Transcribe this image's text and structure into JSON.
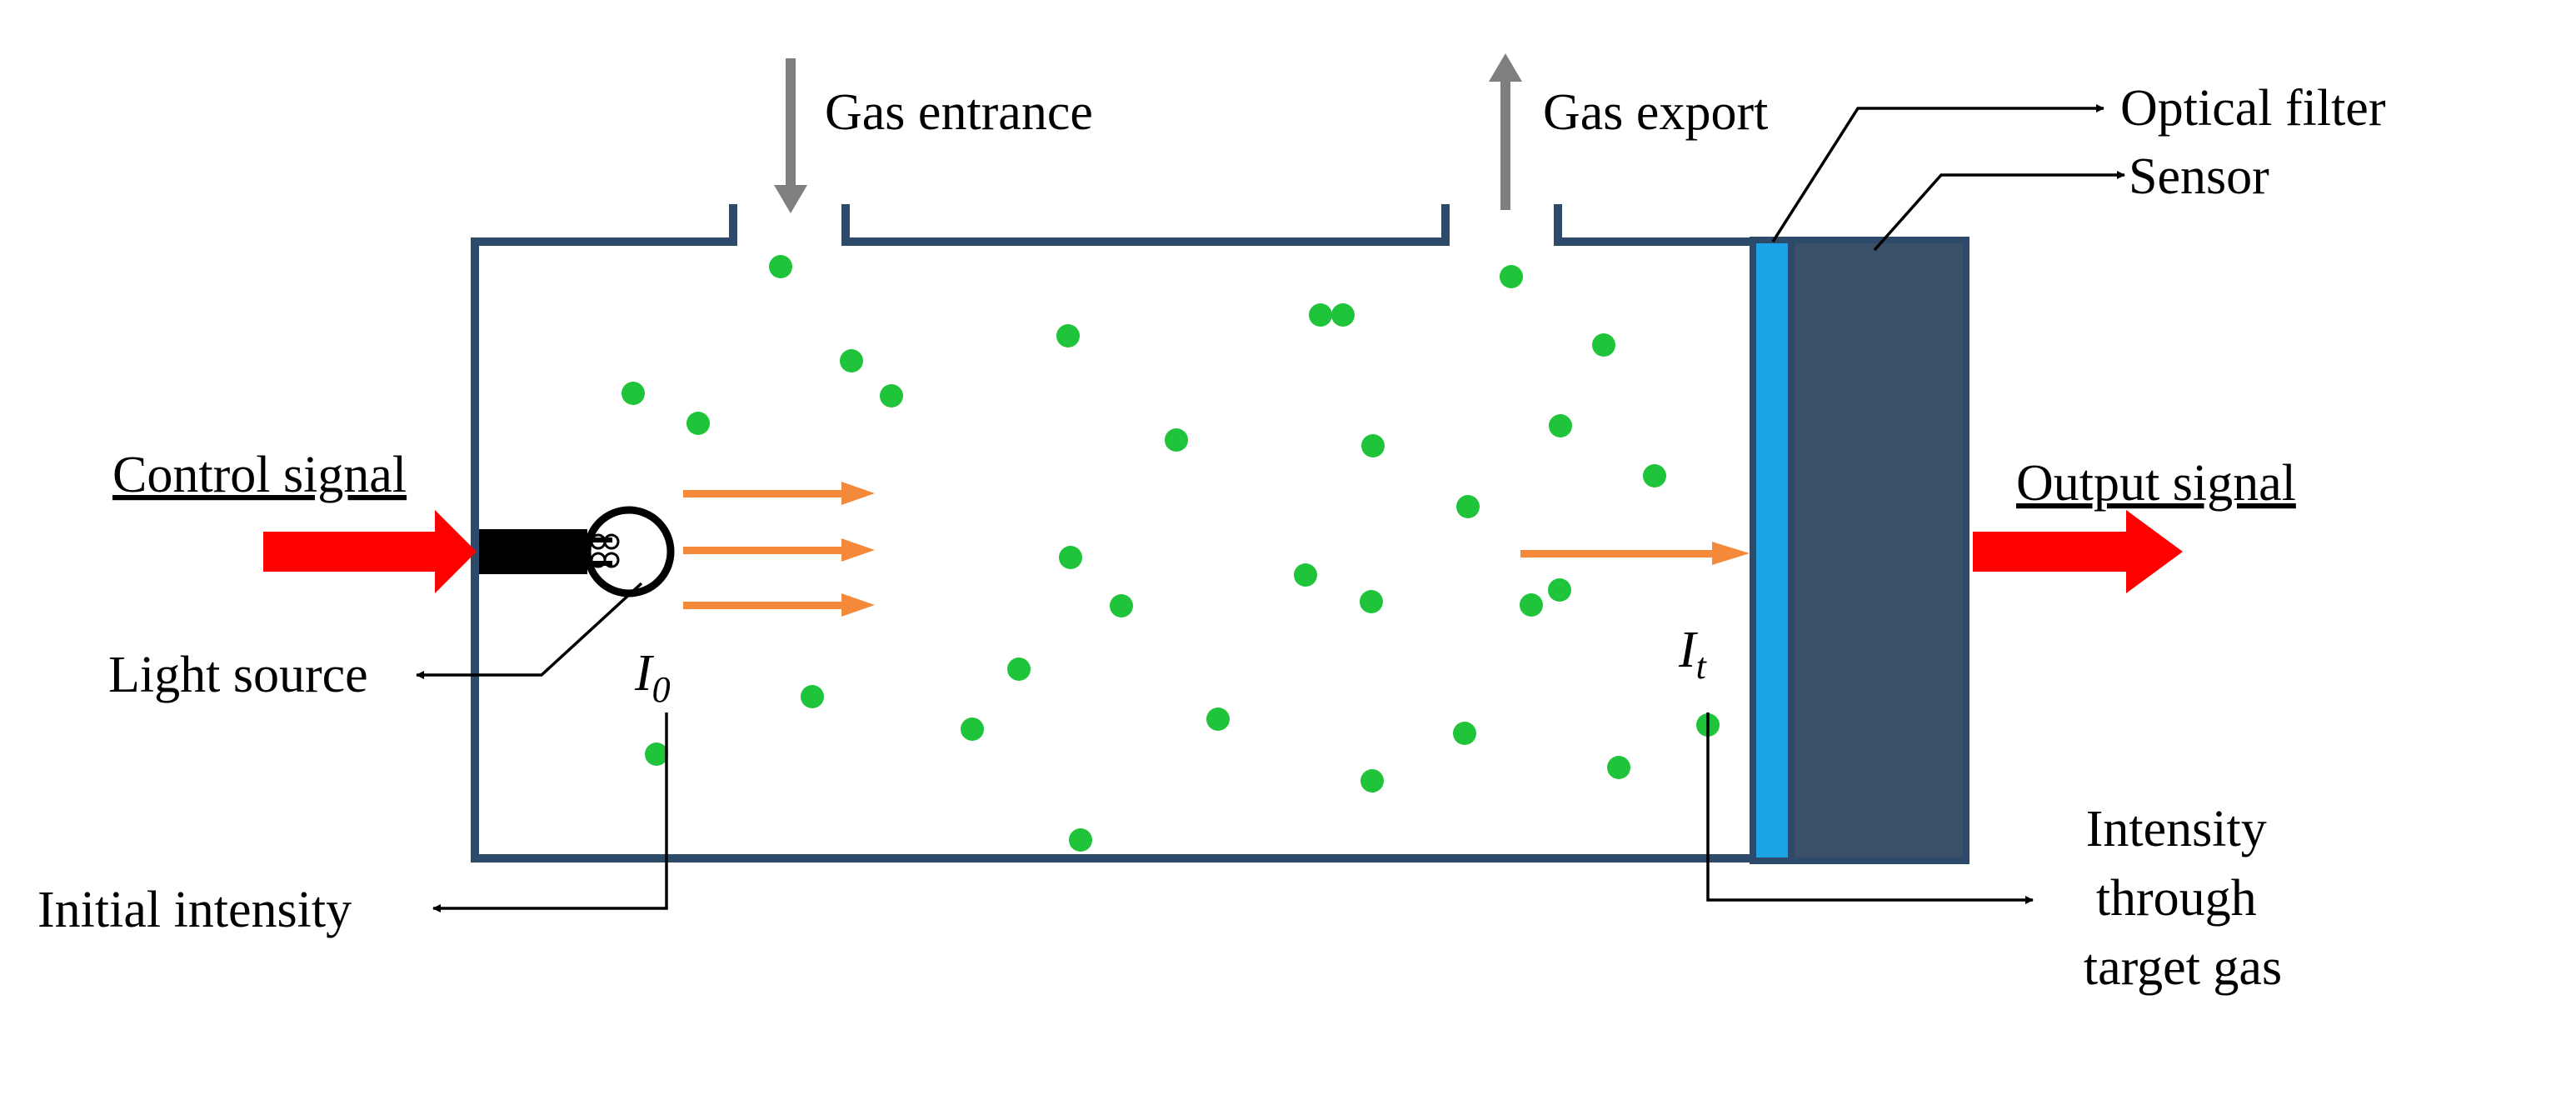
{
  "labels": {
    "gas_entrance": "Gas entrance",
    "gas_export": "Gas export",
    "optical_filter": "Optical filter",
    "sensor": "Sensor",
    "control_signal": "Control signal",
    "output_signal": "Output signal",
    "light_source": "Light source",
    "initial_intensity_symbol": "I",
    "initial_intensity_subscript": "0",
    "initial_intensity": "Initial intensity",
    "transmitted_intensity_symbol": "I",
    "transmitted_intensity_subscript": "t",
    "intensity_through_line1": "Intensity",
    "intensity_through_line2": "through",
    "intensity_through_line3": "target gas"
  },
  "colors": {
    "chamber_wall": "#2e4a6b",
    "gas_molecule": "#1fc43a",
    "light_beam": "#f5893a",
    "signal_arrow": "#ff0000",
    "gas_flow_arrow": "#7f7f7f",
    "optical_filter": "#1aa3e6",
    "sensor": "#3a5068"
  },
  "icons": {
    "light_source": "light-bulb-icon"
  }
}
